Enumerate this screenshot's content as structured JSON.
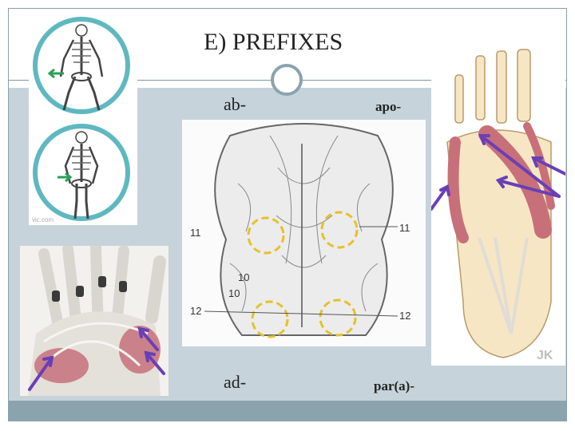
{
  "slide": {
    "title": "E) PREFIXES",
    "labels": {
      "ab": "ab-",
      "apo": "apo-",
      "ad": "ad-",
      "para": "par(a)-"
    }
  },
  "diagram_numbers": {
    "n11_left": "11",
    "n11_right": "11",
    "n12_left": "12",
    "n12_right": "12",
    "n10_a": "10",
    "n10_b": "10"
  },
  "watermarks": {
    "skeleton_credit": "vic.com",
    "foot_logo": "JK"
  },
  "colors": {
    "accent_ring": "#8aa3ad",
    "band": "#c6d3da",
    "circle_highlight": "#e5c12a",
    "arrow": "#6a3fb6",
    "teal_ring": "#5fb8c0",
    "muscle": "#c7707a"
  }
}
